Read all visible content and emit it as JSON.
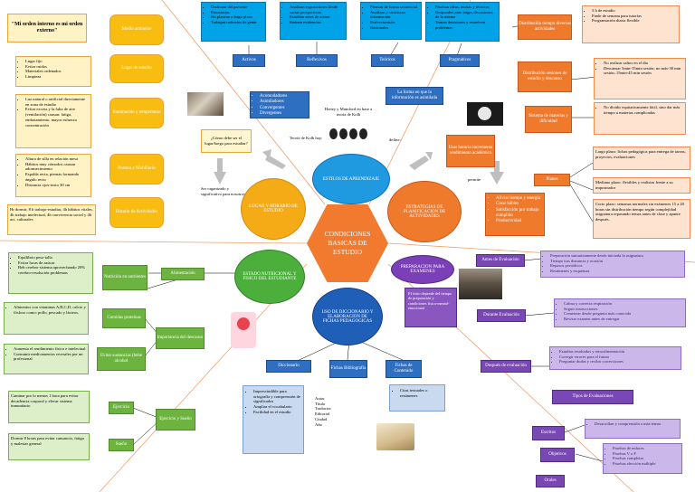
{
  "center": {
    "line1": "CONDICIONES",
    "line2": "BASICAS DE",
    "line3": "ESTUDIO"
  },
  "ellipses": {
    "lugar": "LUGAR Y HORARIO DE ESTUDIO",
    "estilos": "ESTILOS DE APRENDIZAJE",
    "estrategias": "ESTRATEGIAS DE PLANIFICACION DE ACTIVIDADES",
    "estado": "ESTADO NUTRICIONAL Y FISICO DEL ESTUDIANTE",
    "uso": "USO DE DICCIONARIO Y ELABORACION DE FICHAS PEDAGOGICAS",
    "preparacion": "PREPARACION PARA EXAMENES"
  },
  "lugar": {
    "quote": "\"Mi orden interno es mi orden externo\"",
    "cats": [
      "Medio ambiente",
      "Lugar de estudio",
      "Iluminación y temperatura",
      "Postura y Mobiliario",
      "Horario de Actividades"
    ],
    "lists": [
      [
        "Lugar fijo",
        "Evitar ruidos",
        "Materiales ordenados",
        "Limpieza"
      ],
      [
        "Luz natural o artificial directamente en zona de estudio",
        "Evitar excess y la falta de aire (ventilación) causan: fatiga, embotamiento, mayor esfuerzo concentración"
      ],
      [
        "Altura de silla en relación mesa",
        "Hábitos muy cómodos causan adormecimiento",
        "Espalda recta, piernas formando ángulo recto",
        "Distancia ojos-texto 30 cm"
      ]
    ],
    "horario": "Hr dormir, 8 h trabajo-estudiar, 4h hábitos vitales, 4h trabajo intelectual, 4h convivencia social y 4h act. culturales",
    "question": "¿Cómo debe ser el lugar/luego para estudiar?",
    "answer": "Ser organizado y significativo para nosotros"
  },
  "estilos": {
    "cats": [
      "Activos",
      "Reflexivos",
      "Teóricos",
      "Pragmáticos"
    ],
    "lists": [
      [
        "Disfrutan del presente",
        "Entusiastas",
        "No planean a largo plazo",
        "Trabajan rodeados de gente"
      ],
      [
        "Analizan exposiciones desde varias perspectivas",
        "Estudian antes de actuar",
        "Reúnen evidencias"
      ],
      [
        "Piensan de forma secuencial",
        "Analizan y sintetizan información",
        "Perfeccionistas",
        "Racionales"
      ],
      [
        "Prueban ideas, teorías y técnicas",
        "Responden ante largas discusiones de la misma",
        "Toman decisiones y resuelven problemas"
      ]
    ],
    "kinds": [
      "Acomodadores",
      "Asimiladores",
      "Convergentes",
      "Divergentes"
    ],
    "kolb": "Teoría de Kolb hay:",
    "honey": "Honey y Mumford en base a teoría de Kolb",
    "forma": "La forma en que la información es asimilada",
    "define": "define:"
  },
  "estrategias": {
    "usar": "Usar horario incrementa rendimiento académico",
    "permite": "permite",
    "results": [
      "Aliviar tiempo y energía",
      "Crear hábito",
      "Satisfacción por trabajo cumplido",
      "Productividad"
    ],
    "cats": [
      "Distribución tiempo diversas actividades",
      "Distribución sesiones de estudio y descanso",
      "Sistema de materias y dificultad",
      "Planes"
    ],
    "lists": [
      [
        "3 h de estudio",
        "Finde de semana para tutorías",
        "Programación diaria flexible"
      ],
      [
        "No realizar saltos en el día",
        "Descansar 5min-15min sesión; no más-30 min sesión; 15min-45 min sesión"
      ],
      [
        "No dividir equitativamente fácil, sino dar más tiempo a materias complicadas"
      ]
    ],
    "planes": [
      "Largo plazo: fichas pedagógica para entrega de tareas, proyectos, evaluaciones",
      "Mediano plazo: flexibles y realistas frente a su impostrador",
      "Corto plazo: semanas normales sin exámenes 15 a 20 horas sin distribución tiempo según complejidad asignatura repasando temas antes de clase y apunte después."
    ]
  },
  "estado": {
    "alimentacion": "Alimentación",
    "importancia": "Importancia del descanso",
    "ejercicio_sueno": "Ejercicio y Sueño",
    "cats": [
      "Nutrición en nutrientes",
      "Comidas proteínas",
      "Evitar sustancias (bebe alcohol",
      "Ejercicio",
      "Sueño"
    ],
    "lists": [
      [
        "Equilibrio peso-talla",
        "Evitar lucas de azúcar",
        "Beb cerebro-sistema aprovechando 20% cerebro-resolución problemas"
      ],
      [
        "Alimentos con vitaminas A,B,C,D, calcio y fósforo como: pollo, pescado y lácteos."
      ],
      [
        "Aumenta el rendimiento físico e intelectual",
        "Consumir medicamentos recesales por un profesional"
      ]
    ],
    "ejercicio": "Caminar por lo menos 1 hora para evitar decadencia corporal y elevar sistema inmunitario",
    "sueno": "Dormir 8 horas para evitar cansancio, fatiga y malestar general"
  },
  "uso": {
    "cats": [
      "Diccionario",
      "Fichas Bibliografía",
      "Fichas de Contenido"
    ],
    "dicc": [
      "Imprescindible para ortografía y comprensión de significados",
      "Ampliar el vocabulario",
      "Facilidad en el estudio"
    ],
    "biblio": [
      "Autor",
      "Título",
      "Traductor",
      "Editorial",
      "Ciudad",
      "Año"
    ],
    "contenido": [
      "Citas textuales o resúmenes"
    ]
  },
  "prep": {
    "desc": "El éxito depende del tiempo de preparación y condiciones física-mental-emocional",
    "cats": [
      "Antes de Evaluación",
      "Durante Evaluación",
      "Después de evaluación"
    ],
    "lists": [
      [
        "Preparación sumarizamente desde iniciada la asignatura",
        "Tiempo tras distancia y ocasión",
        "Repasos periódicos",
        "Resúmenes y esquemas"
      ],
      [
        "Calma y correcta respiración",
        "Seguir instrucciones",
        "Comenzar desde pregunta más conocida",
        "Revisar examen antes de entregar"
      ],
      [
        "Estudiar resultados y retroalimentación",
        "Corregir errores para el futuro",
        "Preguntar dudas y recibir correcciones"
      ]
    ],
    "tipos": "Tipos de Evaluaciones",
    "types": [
      "Escritos",
      "Objetivos",
      "Orales"
    ],
    "tlists": [
      [
        "Desarrollan y comprensión a más temas"
      ],
      [
        "Pruebas de enlaces",
        "Pruebas V o F",
        "Pruebas completas",
        "Pruebas elección múltiple"
      ]
    ]
  }
}
